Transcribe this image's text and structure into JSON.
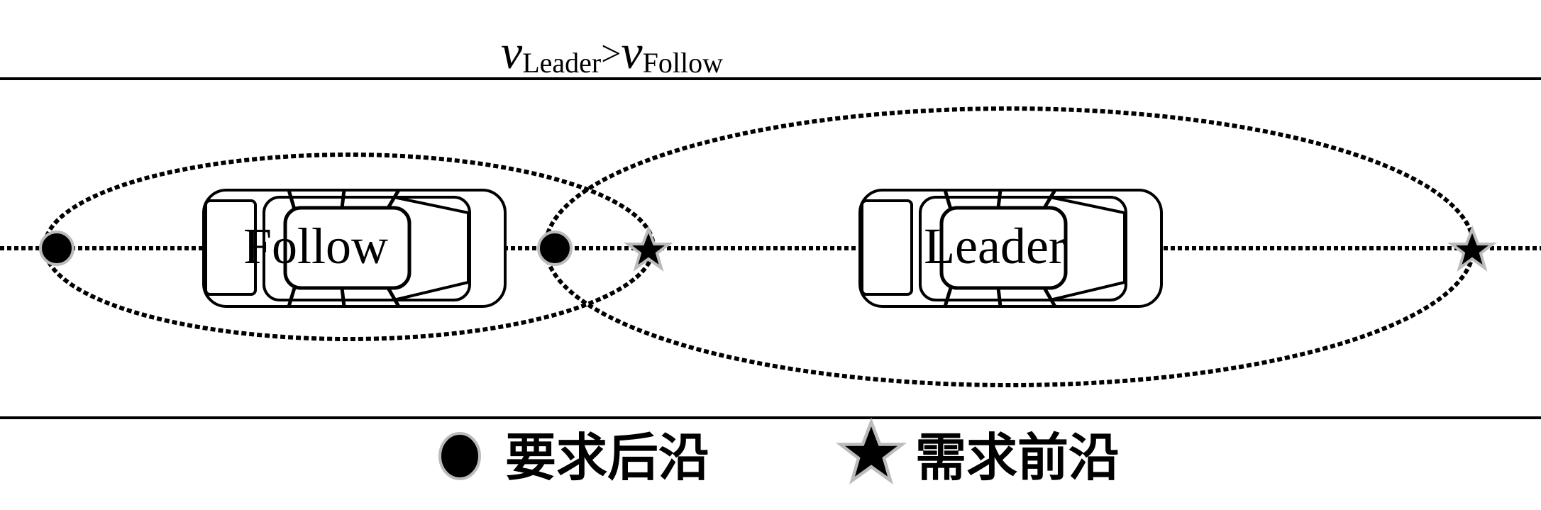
{
  "title": {
    "v1": "v",
    "sub1": "Leader",
    "op": ">",
    "v2": "v",
    "sub2": "Follow"
  },
  "cars": {
    "follow": "Follow",
    "leader": "Leader"
  },
  "legend": [
    {
      "icon": "circle",
      "label": "要求后沿"
    },
    {
      "icon": "star",
      "label": "需求前沿"
    }
  ]
}
